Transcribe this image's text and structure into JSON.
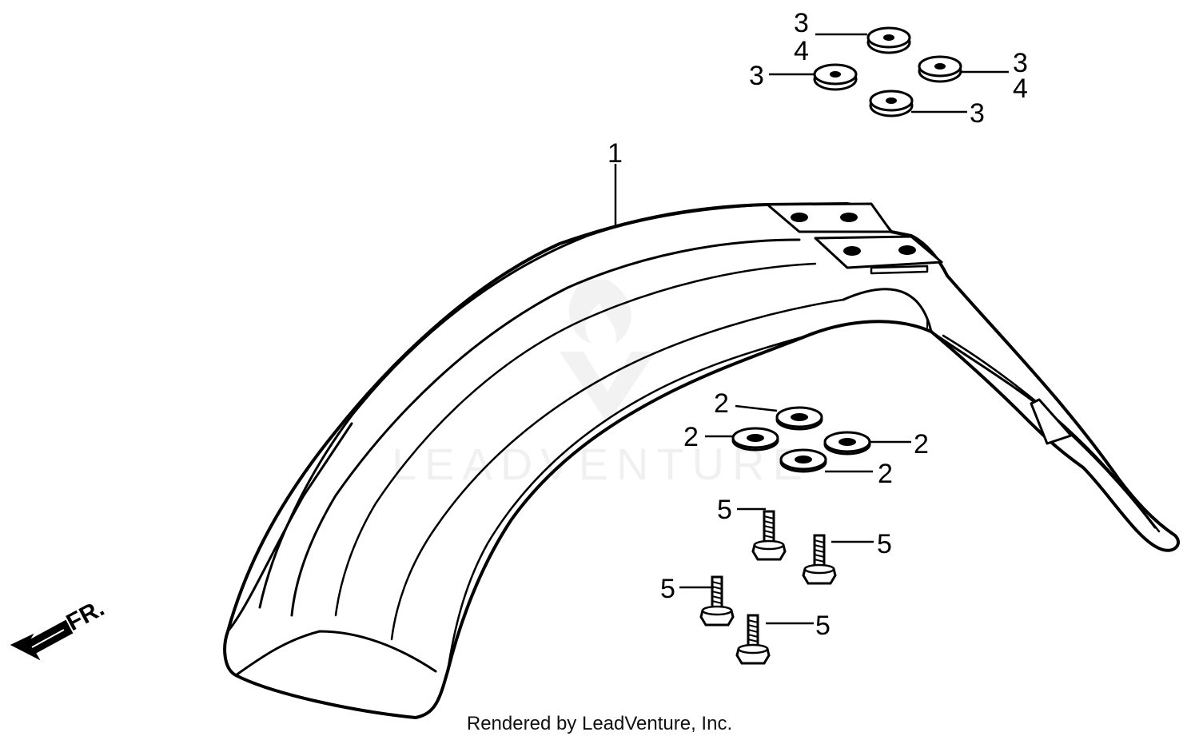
{
  "diagram": {
    "callouts": {
      "part1": "1",
      "part2": "2",
      "part3": "3",
      "part4": "4",
      "part5": "5"
    },
    "direction_label": "FR.",
    "watermark": "LEADVENTURE",
    "footer": "Rendered by LeadVenture, Inc."
  }
}
